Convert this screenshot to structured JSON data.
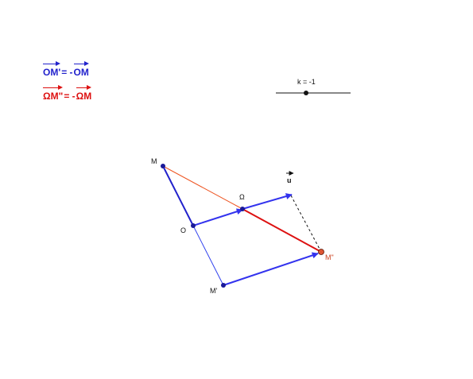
{
  "formulas": {
    "f1": {
      "lhs": "OM'",
      "eq": "= -",
      "rhs": "OM",
      "color": "#2222cc"
    },
    "f2": {
      "lhs": "ΩM\"",
      "eq": "= -",
      "rhs": "ΩM",
      "color": "#dd1111"
    }
  },
  "slider": {
    "label": "k = -1",
    "value": -1
  },
  "points": {
    "M": "M",
    "O": "O",
    "Omega": "Ω",
    "Mprime": "M'",
    "Mdouble": "M\"",
    "u": "u"
  },
  "colors": {
    "blue": "#2222cc",
    "arrow_blue": "#3333ee",
    "red": "#dd1111",
    "orange_line": "#ee5522",
    "point_fill": "#1a1a99",
    "mdouble_fill": "#dd5533"
  }
}
